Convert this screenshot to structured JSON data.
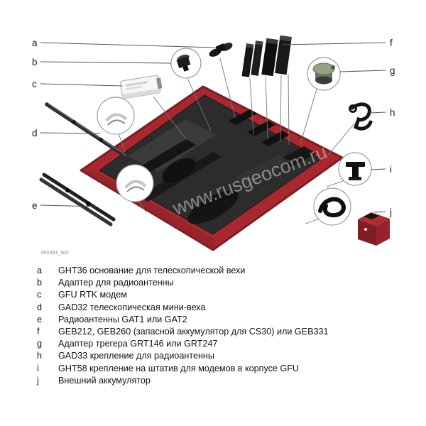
{
  "figure": {
    "code": "002491_502",
    "watermark": "www.rusgeocom.ru",
    "callouts": [
      "a",
      "b",
      "c",
      "d",
      "e",
      "f",
      "g",
      "h",
      "i",
      "j"
    ]
  },
  "legend": {
    "items": [
      {
        "key": "a",
        "text": "GHT36 основание для телескопической вехи"
      },
      {
        "key": "b",
        "text": "Адаптер для радиоантенны"
      },
      {
        "key": "c",
        "text": "GFU RTK модем"
      },
      {
        "key": "d",
        "text": "GAD32 телескопическая мини-веха"
      },
      {
        "key": "e",
        "text": "Радиоантенны GAT1 или GAT2"
      },
      {
        "key": "f",
        "text": "GEB212, GEB260 (запасной аккумулятор для CS30) или GEB331"
      },
      {
        "key": "g",
        "text": "Адаптер трегера GRT146 или GRT247"
      },
      {
        "key": "h",
        "text": "GAD33 крепление для радиоантенны"
      },
      {
        "key": "i",
        "text": "GHT58 крепление на штатив для модемов в корпусе GFU"
      },
      {
        "key": "j",
        "text": "Внешний аккумулятор"
      }
    ]
  },
  "colors": {
    "case_red": "#a8282e",
    "case_red_dark": "#7c1e23",
    "foam_dark": "#2c2c2c",
    "circle_stroke": "#9a9a9a",
    "line_gray": "#666666"
  }
}
